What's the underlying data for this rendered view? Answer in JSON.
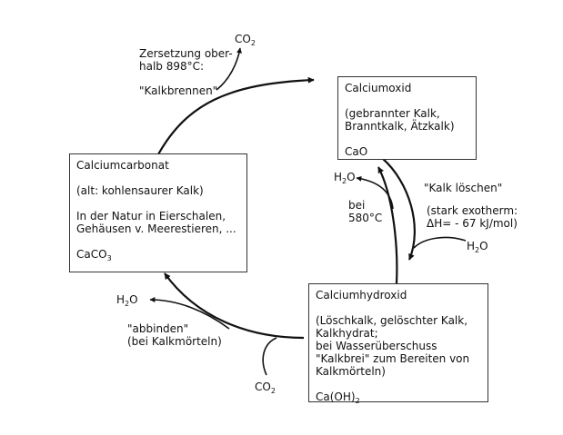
{
  "boxes": {
    "calciumoxid": {
      "title": "Calciumoxid",
      "note": "(gebrannter Kalk,\nBranntkalk, Ätzkalk)",
      "formula": "CaO"
    },
    "calciumcarbonat": {
      "title": "Calciumcarbonat",
      "note": "(alt: kohlensaurer Kalk)",
      "occurrence": "In der Natur in Eierschalen,\nGehäusen v. Meerestieren, ...",
      "formula_main": "CaCO",
      "formula_sub": "3"
    },
    "calciumhydroxid": {
      "title": "Calciumhydroxid",
      "note": "(Löschkalk, gelöschter Kalk,\nKalkhydrat;\nbei Wasserüberschuss\n\"Kalkbrei\" zum Bereiten von\nKalkmörteln)",
      "formula_main": "Ca(OH)",
      "formula_sub": "2"
    }
  },
  "labels": {
    "zersetzung": "Zersetzung ober-\nhalb 898°C:",
    "kalkbrennen": "\"Kalkbrennen\"",
    "bei_580": "bei\n580°C",
    "kalk_loeschen": "\"Kalk löschen\"",
    "stark_exotherm": "(stark exotherm:\nΔH= - 67 kJ/mol)",
    "abbinden": "\"abbinden\"\n(bei Kalkmörteln)"
  },
  "molecules": {
    "co2_top": {
      "main": "CO",
      "sub": "2"
    },
    "h2o_left": {
      "main": "H",
      "sub": "2",
      "tail": "O"
    },
    "h2o_right": {
      "main": "H",
      "sub": "2",
      "tail": "O"
    },
    "h2o_mid": {
      "main": "H",
      "sub": "2",
      "tail": "O"
    },
    "co2_bottom": {
      "main": "CO",
      "sub": "2"
    }
  },
  "colors": {
    "line": "#111111",
    "box_border": "#333333"
  }
}
